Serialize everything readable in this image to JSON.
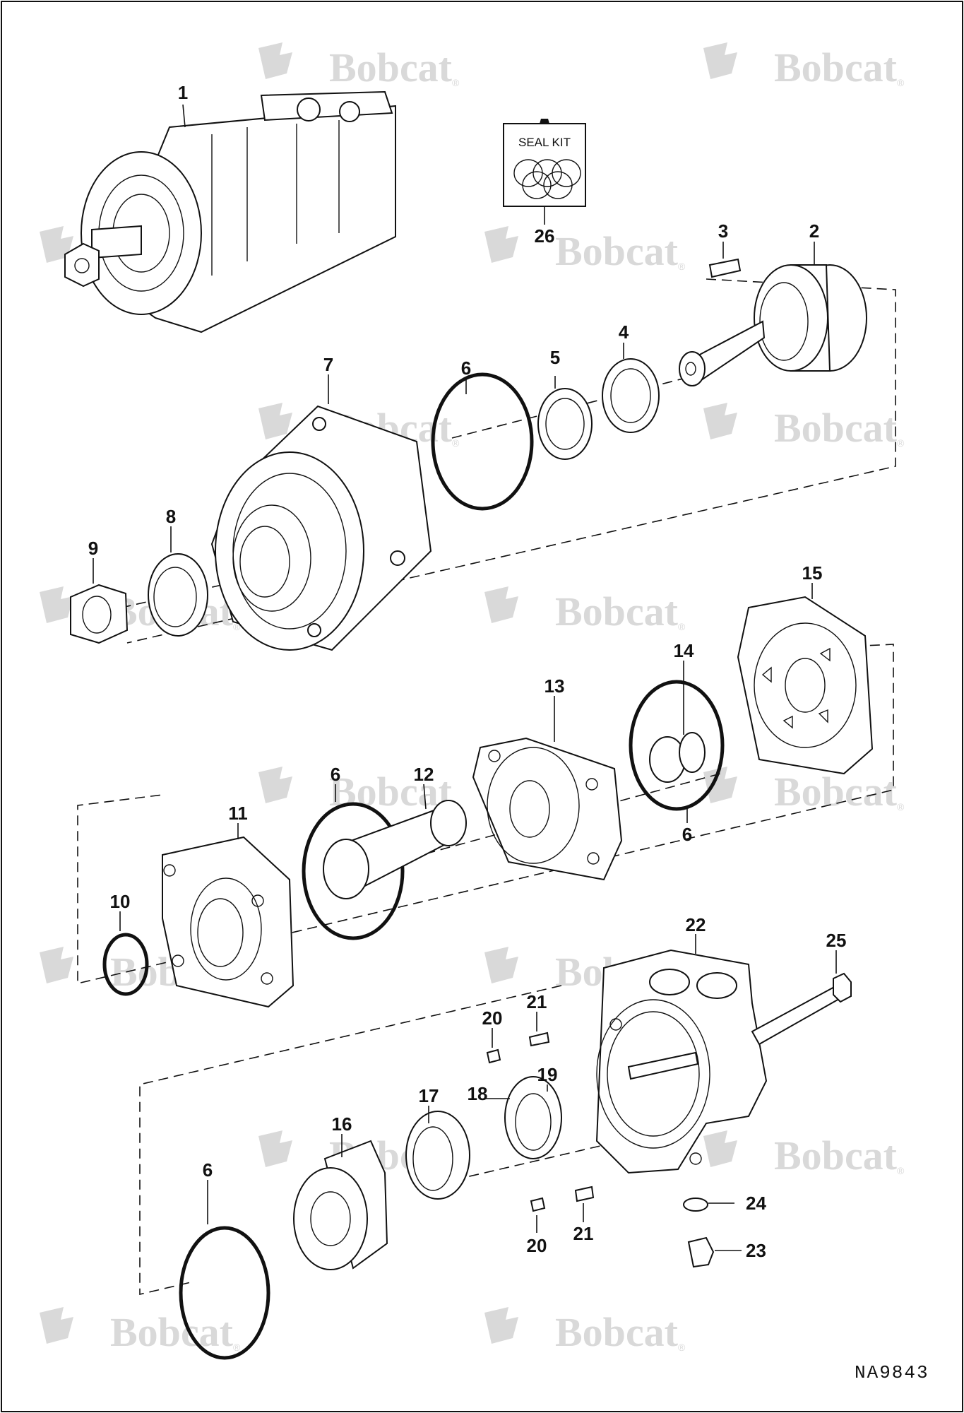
{
  "watermark": {
    "text": "Bobcat",
    "reg": "®"
  },
  "seal_kit": {
    "label": "SEAL KIT"
  },
  "drawing_id": "NA9843",
  "callouts": {
    "c1": "1",
    "c2": "2",
    "c3": "3",
    "c4": "4",
    "c5": "5",
    "c6a": "6",
    "c6b": "6",
    "c6c": "6",
    "c6d": "6",
    "c7": "7",
    "c8": "8",
    "c9": "9",
    "c10": "10",
    "c11": "11",
    "c12": "12",
    "c13": "13",
    "c14": "14",
    "c15": "15",
    "c16": "16",
    "c17": "17",
    "c18": "18",
    "c19": "19",
    "c20a": "20",
    "c20b": "20",
    "c21a": "21",
    "c21b": "21",
    "c22": "22",
    "c23": "23",
    "c24": "24",
    "c25": "25",
    "c26": "26"
  },
  "colors": {
    "line": "#111111",
    "watermark": "#d9d9d9",
    "background": "#ffffff"
  }
}
